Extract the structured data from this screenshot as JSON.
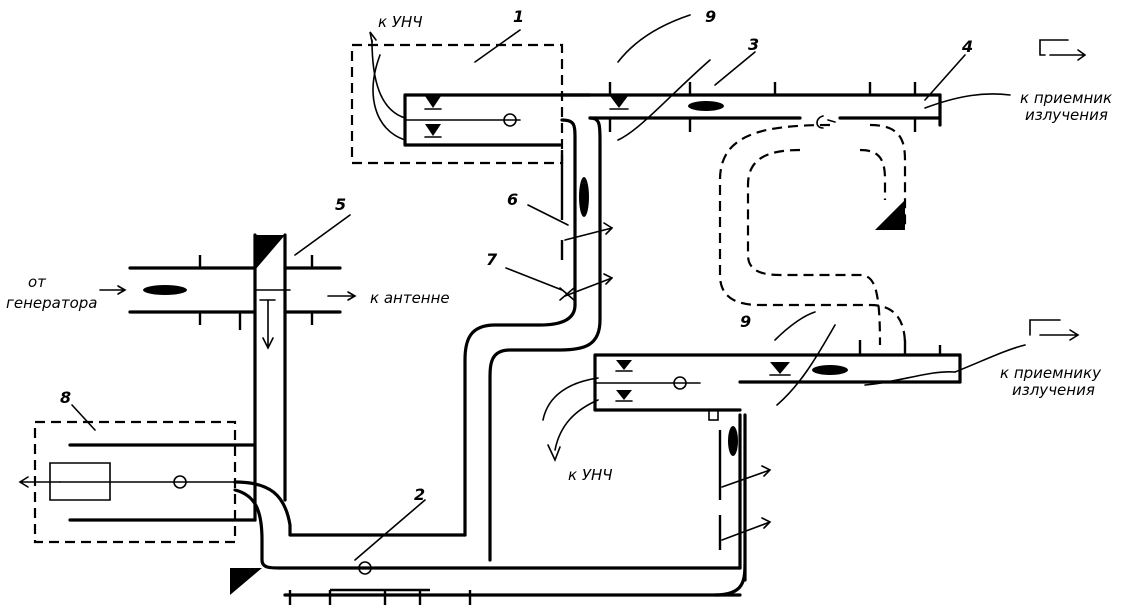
{
  "labels": {
    "to_lna_top": "к УНЧ",
    "to_lna_bottom": "к УНЧ",
    "from_generator_line1": "от",
    "from_generator_line2": "генератора",
    "to_antenna": "к антенне",
    "receiver_top_line1": "к приемник",
    "receiver_top_line2": "излучения",
    "receiver_bottom_line1": "к приемнику",
    "receiver_bottom_line2": "излучения"
  },
  "numbers": {
    "n1": "1",
    "n2": "2",
    "n3": "3",
    "n4": "4",
    "n5": "5",
    "n6": "6",
    "n7": "7",
    "n8": "8",
    "n9_top": "9",
    "n9_bottom": "9"
  }
}
